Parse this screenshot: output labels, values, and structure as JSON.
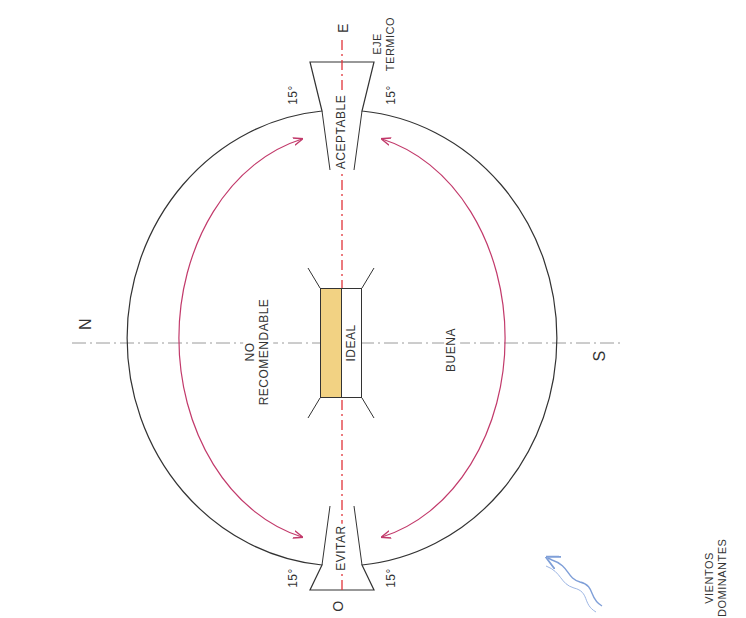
{
  "diagram": {
    "nodes": [
      {
        "text": [
          "IDEAL"
        ]
      }
    ],
    "labels": [
      "E",
      "EJE TERMICO",
      "15°",
      "15°",
      "N",
      "ACEPTABLE",
      "NO RECOMENDABLE",
      "BUENA",
      "EVITAR",
      "15°",
      "15°",
      "S",
      "O",
      "VIENTOS DOMINANTES"
    ]
  }
}
